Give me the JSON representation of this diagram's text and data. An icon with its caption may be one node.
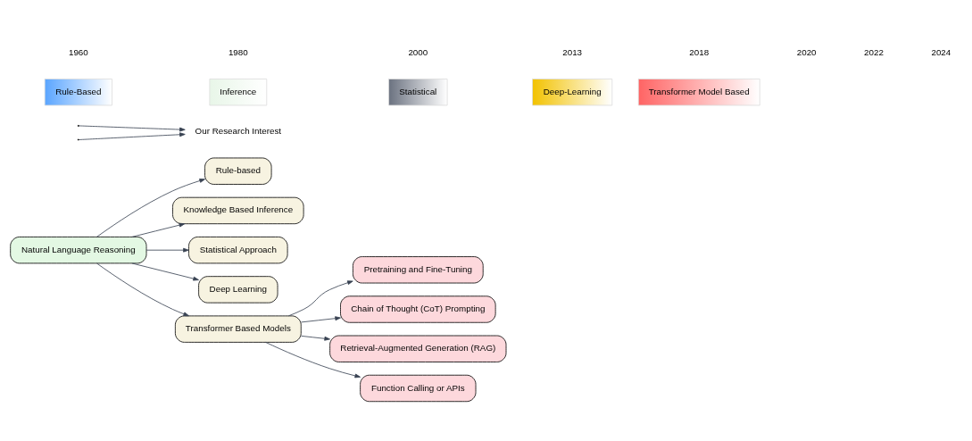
{
  "diagram": {
    "nodes": [
      {
        "text": [
          "Natural Language Reasoning"
        ]
      },
      {
        "text": [
          "Rule-based"
        ]
      },
      {
        "text": [
          "Knowledge Based Inference"
        ]
      },
      {
        "text": [
          "Statistical Approach"
        ]
      },
      {
        "text": [
          "Deep Learning"
        ]
      },
      {
        "text": [
          "Transformer Based Models"
        ]
      },
      {
        "text": [
          "Pretraining and Fine-Tuning"
        ]
      },
      {
        "text": [
          "Chain of Thought (CoT) Prompting"
        ]
      },
      {
        "text": [
          "Retrieval-Augmented Generation (RAG)"
        ]
      },
      {
        "text": [
          "Function Calling or APIs"
        ]
      },
      {
        "text": [
          "Our Research Interest"
        ]
      },
      {
        "text": [
          "Rule-Based"
        ]
      },
      {
        "text": [
          "Inference"
        ]
      },
      {
        "text": [
          "Statistical"
        ]
      },
      {
        "text": [
          "Deep-Learning"
        ]
      },
      {
        "text": [
          "Transformer Model Based"
        ]
      }
    ],
    "edges": [
      {
        "from": 0,
        "to": 1,
        "arrow": "to"
      },
      {
        "from": 0,
        "to": 2,
        "arrow": "to"
      },
      {
        "from": 0,
        "to": 3,
        "arrow": "to"
      },
      {
        "from": 0,
        "to": 4,
        "arrow": "to"
      },
      {
        "from": 0,
        "to": 5,
        "arrow": "to"
      },
      {
        "from": 5,
        "to": 6,
        "arrow": "to"
      },
      {
        "from": 5,
        "to": 7,
        "arrow": "to"
      },
      {
        "from": 5,
        "to": 8,
        "arrow": "to"
      },
      {
        "from": 5,
        "to": 9,
        "arrow": "to"
      },
      {
        "from": null,
        "to": 10,
        "arrow": "to"
      },
      {
        "from": null,
        "to": 10,
        "arrow": "to"
      }
    ],
    "labels": [
      "1960",
      "1980",
      "2000",
      "2013",
      "2018",
      "2020",
      "2022",
      "2024"
    ]
  }
}
